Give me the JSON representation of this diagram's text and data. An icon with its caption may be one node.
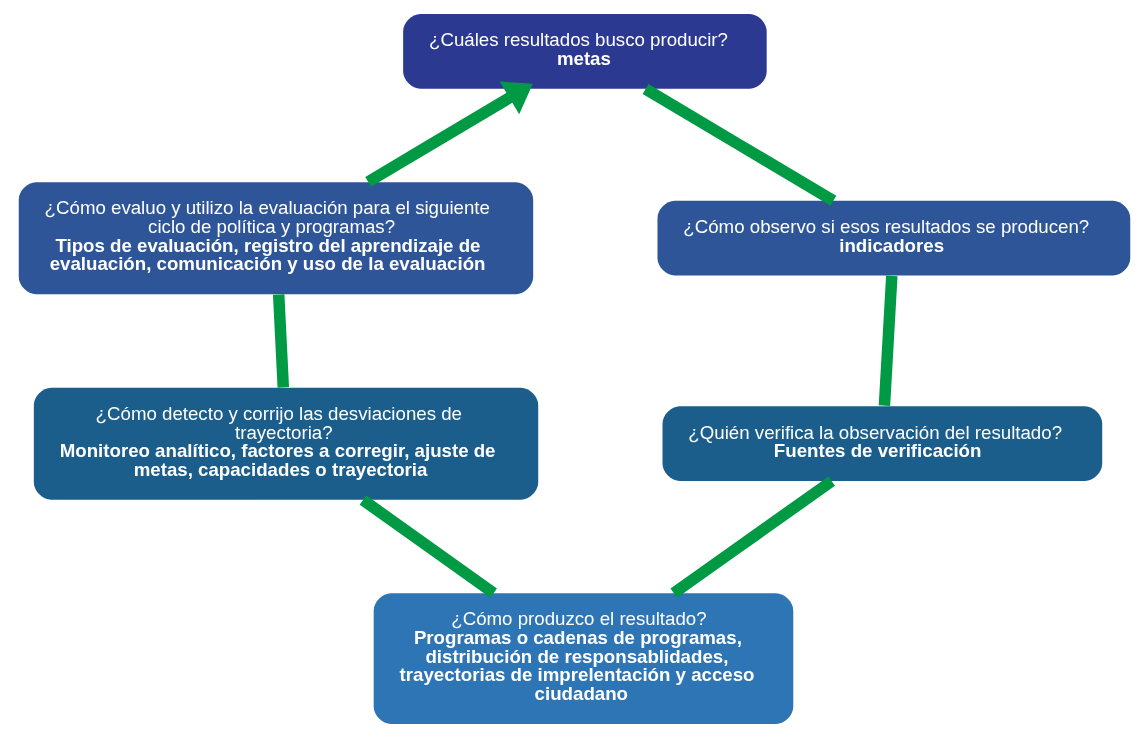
{
  "diagram": {
    "nodes": [
      {
        "text": [
          "¿Cuáles resultados busco producir?",
          "metas"
        ]
      },
      {
        "text": [
          "¿Cómo evaluo y utilizo la evaluación para el siguiente ciclo de política y programas?",
          "Tipos de evaluación, registro del aprendizaje de evaluación, comunicación y uso de la evaluación"
        ]
      },
      {
        "text": [
          "¿Cómo observo si esos resultados se producen?",
          "indicadores"
        ]
      },
      {
        "text": [
          "¿Cómo detecto y corrijo las desviaciones de trayectoria?",
          "Monitoreo analítico, factores a corregir, ajuste de metas, capacidades o trayectoria"
        ]
      },
      {
        "text": [
          "¿Quién verifica la observación del resultado?",
          "Fuentes de verificación"
        ]
      },
      {
        "text": [
          "¿Cómo produzco el resultado?",
          "Programas o cadenas de programas, distribución de responsablidades, trayectorias de imprelentación y acceso ciudadano"
        ]
      }
    ],
    "edges": [
      {
        "from": 0,
        "to": 2,
        "arrow": "none"
      },
      {
        "from": 2,
        "to": 4,
        "arrow": "none"
      },
      {
        "from": 4,
        "to": 5,
        "arrow": "none"
      },
      {
        "from": 5,
        "to": 3,
        "arrow": "none"
      },
      {
        "from": 3,
        "to": 1,
        "arrow": "none"
      },
      {
        "from": 1,
        "to": 0,
        "arrow": "to"
      }
    ]
  }
}
